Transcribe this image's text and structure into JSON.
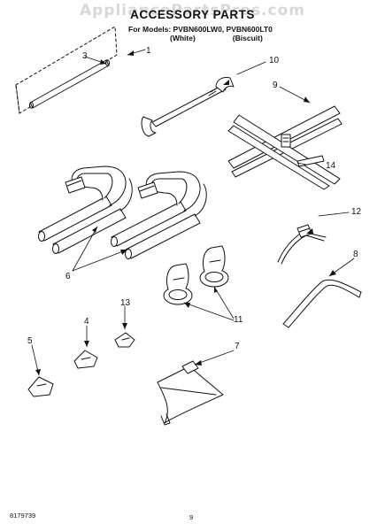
{
  "watermark": "AppliancePartsPros.com",
  "header": {
    "title": "ACCESSORY PARTS",
    "models_line": "For Models: PVBN600LW0, PVBN600LT0",
    "variant_white": "(White)",
    "variant_biscuit": "(Biscuit)"
  },
  "callouts": [
    "1",
    "3",
    "10",
    "9",
    "14",
    "6",
    "12",
    "8",
    "11",
    "13",
    "4",
    "5",
    "7"
  ],
  "footer": {
    "doc_number": "8179739",
    "page_number": "9"
  }
}
